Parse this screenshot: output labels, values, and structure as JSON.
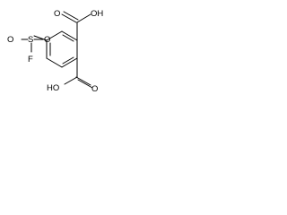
{
  "molecule": {
    "atom_labels": {
      "top_oxygen": "O",
      "top_hydroxyl": "OH",
      "bottom_oxygen": "O",
      "bottom_hydroxyl": "HO",
      "sulfonyl_oxygen_left": "O",
      "sulfonyl_oxygen_right": "O",
      "sulfur": "S",
      "fluorine": "F"
    }
  }
}
